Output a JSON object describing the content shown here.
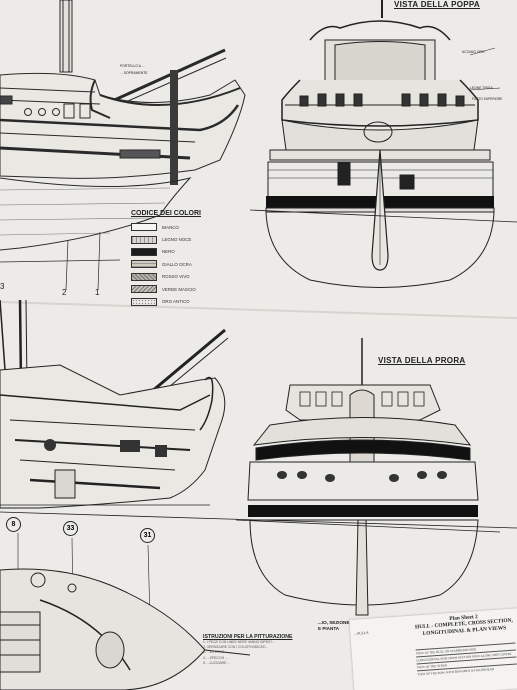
{
  "views": {
    "stern_title": "VISTA DELLA POPPA",
    "bow_title": "VISTA DELLA PRORA"
  },
  "stern_notes": [
    "ACCIAIO ORO",
    "LEONE TRIGA",
    "FUSTO SUPERIORE"
  ],
  "stern_notes_extra": [
    "PORTELLO A ...",
    "... SOPRAMENTE"
  ],
  "legend": {
    "title": "CODICE DEI COLORI",
    "items": [
      {
        "label": "BIANCO",
        "color": "#f6f6f4"
      },
      {
        "label": "LEGNO NOCE",
        "color": "#d9d6cf"
      },
      {
        "label": "NERO",
        "color": "#1c1c1c"
      },
      {
        "label": "GIALLO OCRA",
        "color": "#cfcbbf"
      },
      {
        "label": "ROSSO VIVO",
        "color": "#b7b3a8"
      },
      {
        "label": "VERDE MASCIO",
        "color": "#c6c3b9"
      },
      {
        "label": "ORO ANTICO",
        "color": "#e7e5df"
      }
    ]
  },
  "section_numbers": [
    "2",
    "1",
    "3"
  ],
  "frame_markers": [
    "8",
    "33",
    "31"
  ],
  "instructions": {
    "title": "ISTRUZIONI PER LA PITTURAZIONE",
    "lines": [
      "1- I PEZZI CON LINEE NERE VANNO DIPINTI...",
      "2- VERNICIARE CON I COLORI INDICATI...",
      "3- ...INTERNO ...",
      "4- ...SPECCHI ...",
      "5- ...LUCIDARE ..."
    ]
  },
  "plan_card": {
    "left_caption": [
      "...IO, SEZIONE,",
      "E PIANTA"
    ],
    "side_label": "...SULLA",
    "title": "Plan Sheet 2",
    "subtitle": "HULL - COMPLETE, CROSS SECTION, LONGITUDINAL & PLAN VIEWS",
    "rows": [
      "VIEW OF THE HULL ON STARBOARD SIDE",
      "LONGITUDINAL AND CROSS SECTION VIEW ALONG SHIP CENTRE LINE",
      "VIEW OF THE STERN",
      "VIEW OF THE BOW, WITH BOWSPRIT & FIGUREHEAD"
    ]
  }
}
